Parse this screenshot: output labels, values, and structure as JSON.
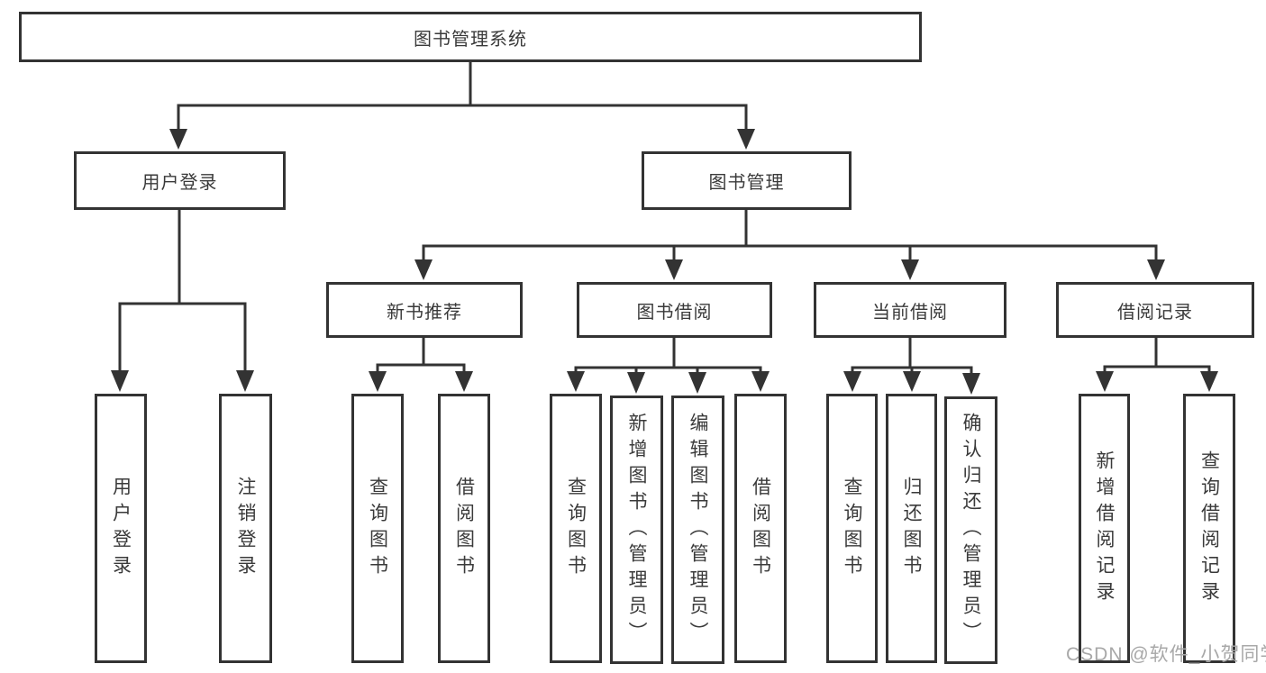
{
  "colors": {
    "line": "#333333",
    "text": "#3a3a3a",
    "watermark": "#a8a8a8",
    "background": "#ffffff"
  },
  "tree": {
    "label": "图书管理系统",
    "children": [
      {
        "label": "用户登录",
        "children": [
          {
            "label": "用户登录"
          },
          {
            "label": "注销登录"
          }
        ]
      },
      {
        "label": "图书管理",
        "children": [
          {
            "label": "新书推荐",
            "children": [
              {
                "label": "查询图书"
              },
              {
                "label": "借阅图书"
              }
            ]
          },
          {
            "label": "图书借阅",
            "children": [
              {
                "label": "查询图书"
              },
              {
                "label": "新增图书（管理员）"
              },
              {
                "label": "编辑图书（管理员）"
              },
              {
                "label": "借阅图书"
              }
            ]
          },
          {
            "label": "当前借阅",
            "children": [
              {
                "label": "查询图书"
              },
              {
                "label": "归还图书"
              },
              {
                "label": "确认归还（管理员）"
              }
            ]
          },
          {
            "label": "借阅记录",
            "children": [
              {
                "label": "新增借阅记录"
              },
              {
                "label": "查询借阅记录"
              }
            ]
          }
        ]
      }
    ]
  },
  "watermark": "CSDN @软件_小贺同学"
}
